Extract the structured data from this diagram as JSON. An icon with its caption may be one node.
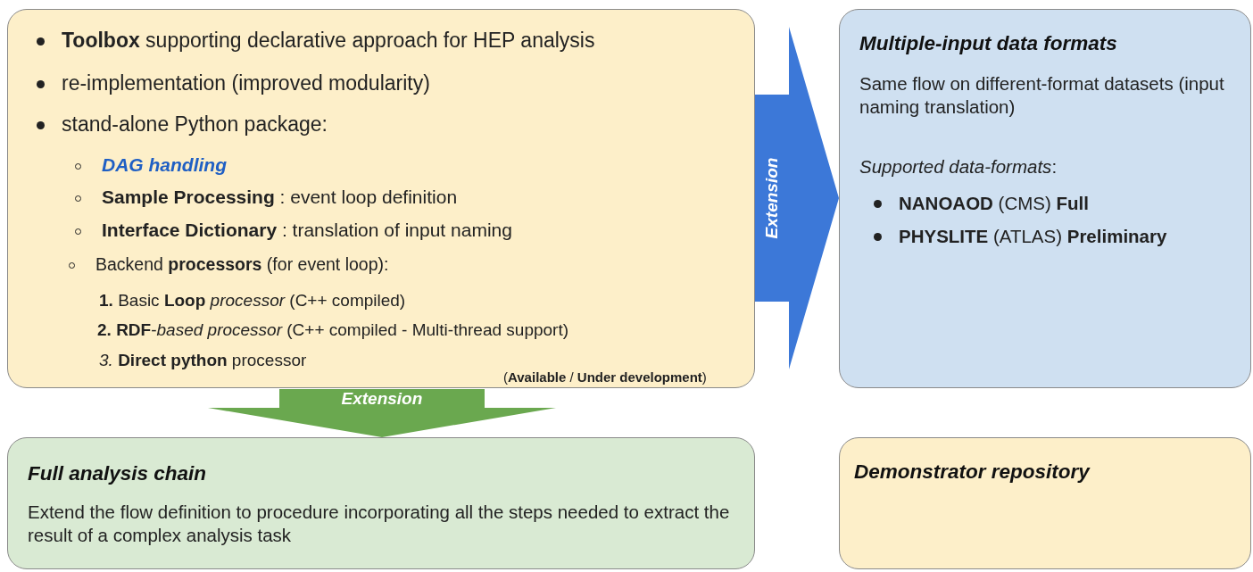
{
  "diagram": {
    "nodes": [
      {
        "text": [
          "**Toolbox** supporting declarative approach for HEP analysis",
          "re-implementation (improved modularity)",
          "stand-alone Python package:",
          "DAG handling",
          "**Sample Processing** : event loop definition",
          "**Interface Dictionary** : translation of input naming",
          "Backend **processors** (for event loop):",
          "**1.** Basic **Loop** *processor* (C++ compiled)",
          "**2.** **RDF**-*based processor* (C++ compiled - Multi-thread support)",
          "*3.* **Direct python** processor",
          "(**Available** / **Under development**)"
        ]
      },
      {
        "text": [
          "Multiple-input data formats",
          "Same flow on different-format datasets (input naming translation)",
          "*Supported data-formats*:",
          "**NANOAOD** (CMS) **Full**",
          "**PHYSLITE** (ATLAS) **Preliminary**"
        ]
      },
      {
        "text": [
          "Full analysis chain",
          "Extend the flow definition to procedure incorporating all the steps needed to extract the result of a complex analysis task"
        ]
      },
      {
        "text": [
          "Demonstrator repository"
        ]
      }
    ],
    "edges": [
      {
        "from": 0,
        "to": 1,
        "arrow": "to",
        "label": "Extension",
        "color": "#3c78d8"
      },
      {
        "from": 0,
        "to": 2,
        "arrow": "to",
        "label": "Extension",
        "color": "#6aa84f"
      }
    ]
  }
}
